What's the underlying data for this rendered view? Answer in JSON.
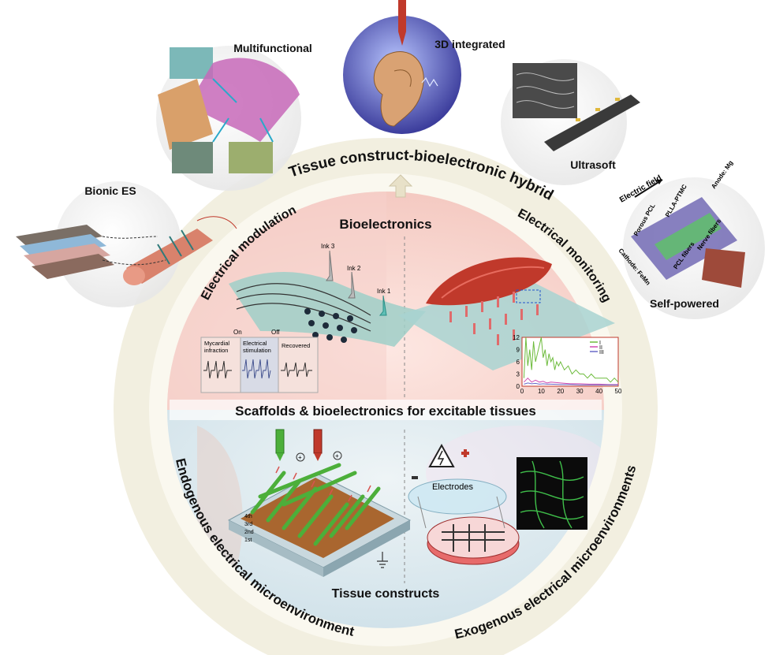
{
  "center_title": "Scaffolds & bioelectronics for excitable tissues",
  "outer_ring_label": "Tissue construct-bioelectronic hybrid",
  "satellites": {
    "bionic_es": "Bionic ES",
    "multifunctional": "Multifunctional",
    "integrated_3d": "3D integrated",
    "ultrasoft": "Ultrasoft",
    "self_powered": "Self-powered"
  },
  "self_powered_annotations": {
    "electric_field": "Electric field",
    "anode": "Anode: Mg",
    "plla_ptmc": "PLLA-PTMC",
    "porous_pcl": "Porous PCL",
    "cathode": "Cathode: FeMn",
    "pcl_fibers": "PCL fibers",
    "nerve_fibers": "Nerve fibers"
  },
  "bioelectronics": {
    "title": "Bioelectronics",
    "left_arc": "Electrical modulation",
    "right_arc": "Electrical monitoring",
    "inks": [
      "Ink 3",
      "Ink 2",
      "Ink 1"
    ],
    "ecg_panels": {
      "on": "On",
      "off": "Off",
      "panel1": [
        "Mycardial",
        "infraction"
      ],
      "panel2": [
        "Electrical",
        "stimulation"
      ],
      "panel3": "Recovered"
    }
  },
  "tissue": {
    "title": "Tissue constructs",
    "left_arc": "Endogenous electrical microenvironments",
    "right_arc": "Exogenous electrical microenvironments",
    "electrodes_label": "Electrodes",
    "layers": [
      "4th",
      "3rd",
      "2nd",
      "1st"
    ]
  },
  "colors": {
    "ring": "#f2efe0",
    "top_half": "#f7dcd7",
    "bottom_half": "#dce9ef",
    "scaffold_green": "#4caf3a",
    "muscle_red": "#c0392b"
  },
  "chart_data": {
    "type": "line",
    "ylim": [
      0,
      12
    ],
    "xlim": [
      0,
      50
    ],
    "yticks": [
      0,
      3,
      6,
      9,
      12
    ],
    "xticks": [
      0,
      10,
      20,
      30,
      40,
      50
    ],
    "legend_placement": "top-right",
    "series": [
      {
        "name": "I",
        "color": "#6dbb3c",
        "x": [
          1,
          2,
          3,
          4,
          5,
          6,
          7,
          8,
          9,
          10,
          11,
          12,
          13,
          14,
          15,
          16,
          17,
          18,
          19,
          20,
          22,
          24,
          26,
          28,
          30,
          32,
          34,
          36,
          38,
          40,
          42,
          44,
          46,
          48,
          50
        ],
        "y": [
          2,
          12,
          5,
          9,
          4,
          11,
          6,
          8,
          10,
          12,
          7,
          9,
          5,
          8,
          6,
          7,
          4,
          6,
          5,
          6,
          4,
          5,
          3,
          4,
          3,
          3,
          2,
          3,
          2,
          2,
          2,
          2,
          1,
          2,
          1
        ]
      },
      {
        "name": "II",
        "color": "#d04ab0",
        "x": [
          1,
          3,
          5,
          7,
          9,
          11,
          13,
          15,
          20,
          25,
          30,
          35,
          40,
          45,
          50
        ],
        "y": [
          1,
          2,
          1,
          1.5,
          1,
          1.2,
          0.8,
          1,
          0.8,
          0.6,
          0.6,
          0.5,
          0.5,
          0.4,
          0.4
        ]
      },
      {
        "name": "III",
        "color": "#6a6ac8",
        "x": [
          1,
          3,
          5,
          7,
          9,
          11,
          13,
          15,
          20,
          25,
          30,
          35,
          40,
          45,
          50
        ],
        "y": [
          0.5,
          0.8,
          0.6,
          0.7,
          0.5,
          0.6,
          0.5,
          0.5,
          0.4,
          0.4,
          0.3,
          0.3,
          0.3,
          0.3,
          0.3
        ]
      }
    ]
  }
}
